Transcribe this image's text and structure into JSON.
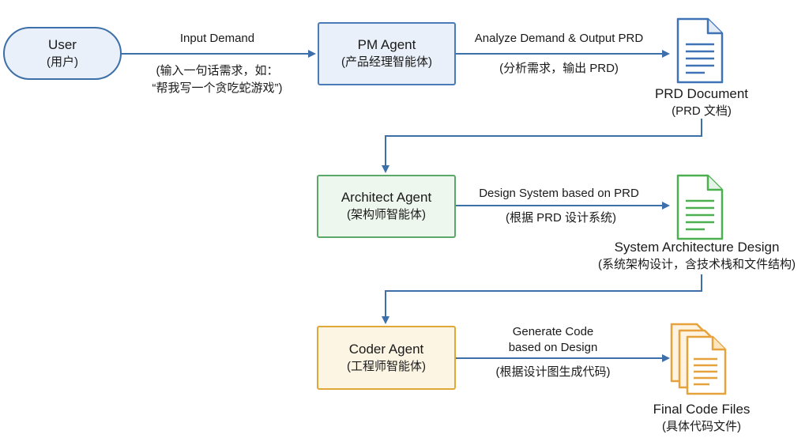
{
  "nodes": {
    "user": {
      "title": "User",
      "subtitle": "(用户)"
    },
    "pm_agent": {
      "title": "PM Agent",
      "subtitle": "(产品经理智能体)"
    },
    "architect_agent": {
      "title": "Architect Agent",
      "subtitle": "(架构师智能体)"
    },
    "coder_agent": {
      "title": "Coder Agent",
      "subtitle": "(工程师智能体)"
    }
  },
  "edges": {
    "user_to_pm": {
      "label": "Input Demand",
      "note_line1": "(输入一句话需求，如：",
      "note_line2": "“帮我写一个贪吃蛇游戏”)"
    },
    "pm_to_prd": {
      "label": "Analyze Demand & Output PRD",
      "note": "(分析需求，输出 PRD)"
    },
    "architect_to_design": {
      "label": "Design System based on PRD",
      "note": "(根据 PRD 设计系统)"
    },
    "coder_to_code": {
      "label_line1": "Generate Code",
      "label_line2": "based on Design",
      "note": "(根据设计图生成代码)"
    }
  },
  "documents": {
    "prd": {
      "title": "PRD Document",
      "subtitle": "(PRD 文档)",
      "icon": "document-icon",
      "color": "#3f73b5"
    },
    "architecture": {
      "title": "System Architecture Design",
      "subtitle": "(系统架构设计，含技术栈和文件结构)",
      "icon": "document-icon",
      "color": "#4caf50"
    },
    "code": {
      "title": "Final Code Files",
      "subtitle": "(具体代码文件)",
      "icon": "stacked-files-icon",
      "color": "#e6a23c"
    }
  },
  "colors": {
    "arrow": "#3d6fa8",
    "blue_border": "#4a7db8",
    "green_border": "#5aa86a",
    "orange_border": "#e0a838"
  }
}
